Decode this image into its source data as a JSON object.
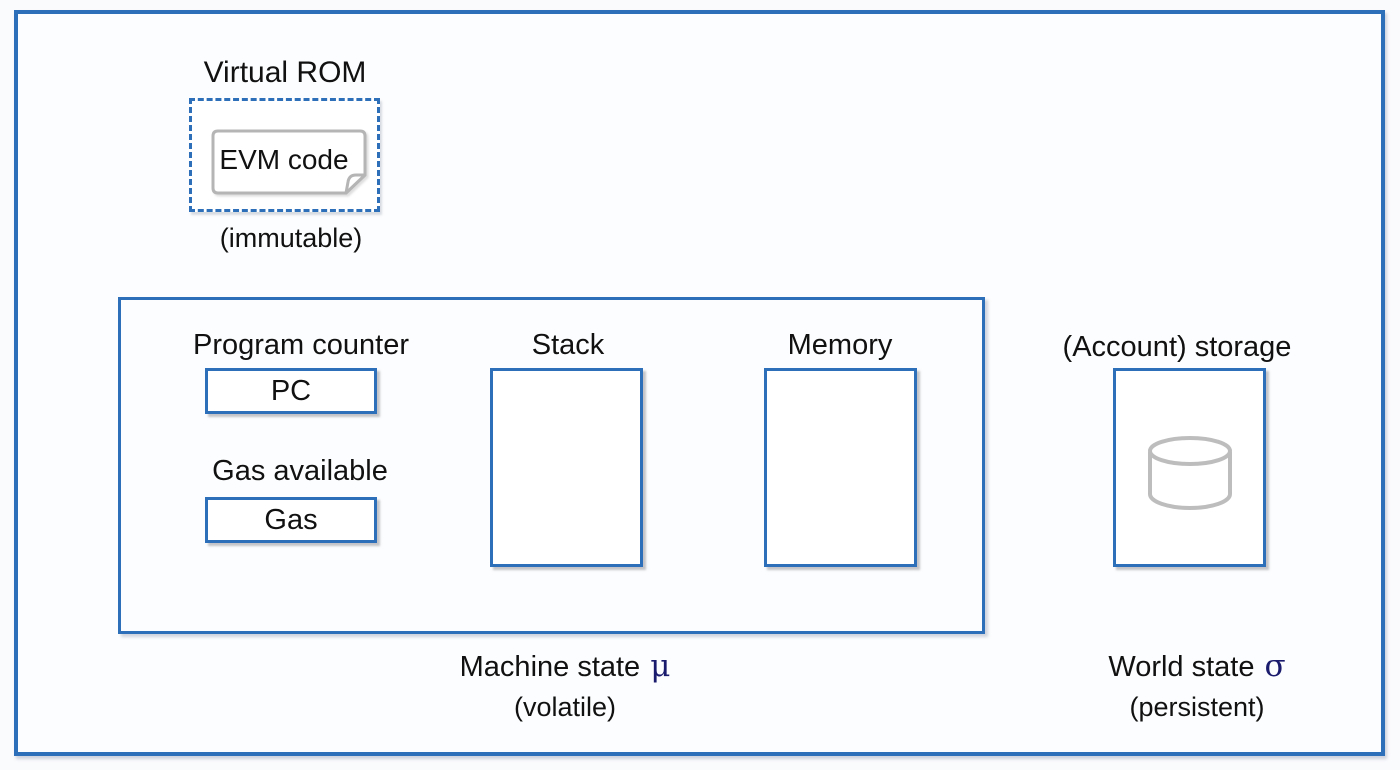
{
  "colors": {
    "accent_blue": "#2e6fba",
    "doc_stroke_gray": "#b5b5b5",
    "cylinder_gray": "#bdbdbd",
    "text_black": "#111111",
    "greek_navy": "#1b1b6e"
  },
  "virtual_rom": {
    "title": "Virtual ROM",
    "doc_label": "EVM code",
    "caption": "(immutable)"
  },
  "machine_state": {
    "program_counter": {
      "label": "Program counter",
      "value": "PC"
    },
    "gas": {
      "label": "Gas available",
      "value": "Gas"
    },
    "stack_label": "Stack",
    "memory_label": "Memory",
    "caption": {
      "title": "Machine state",
      "symbol": "μ",
      "sub": "(volatile)"
    }
  },
  "account_storage": {
    "label": "(Account) storage",
    "caption": {
      "title": "World state",
      "symbol": "σ",
      "sub": "(persistent)"
    }
  }
}
